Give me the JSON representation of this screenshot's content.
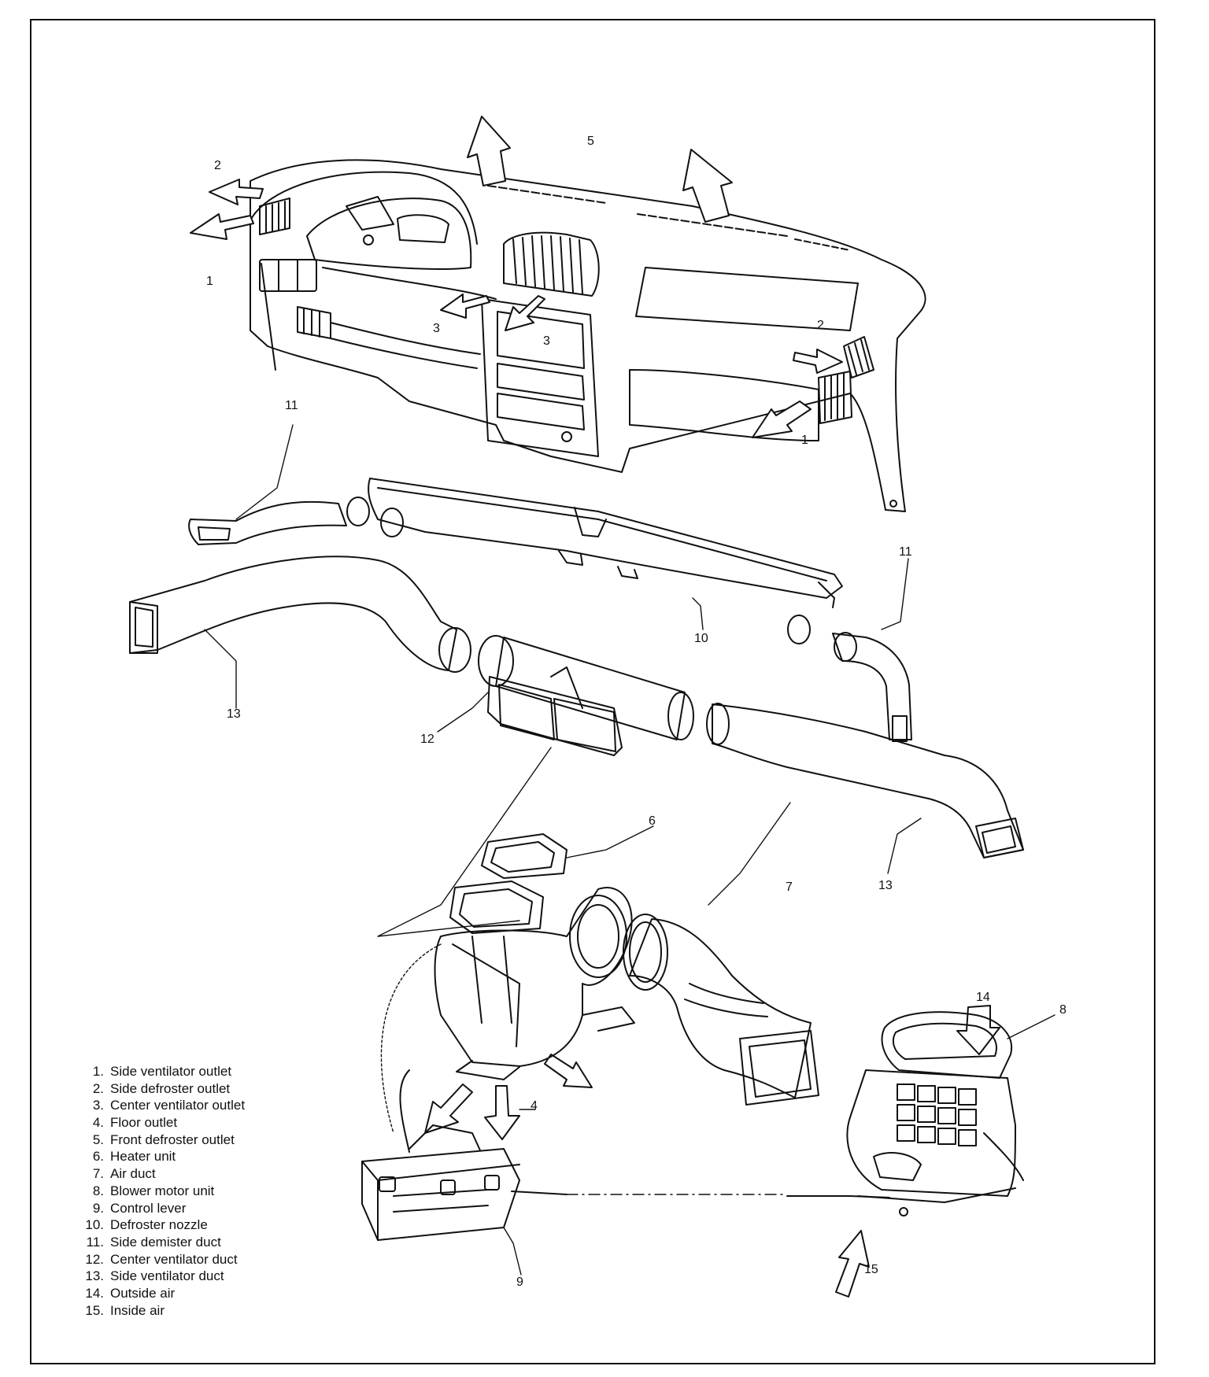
{
  "diagram": {
    "callouts": [
      {
        "id": "c1a",
        "text": "1"
      },
      {
        "id": "c1b",
        "text": "1"
      },
      {
        "id": "c2a",
        "text": "2"
      },
      {
        "id": "c2b",
        "text": "2"
      },
      {
        "id": "c3a",
        "text": "3"
      },
      {
        "id": "c3b",
        "text": "3"
      },
      {
        "id": "c4",
        "text": "4"
      },
      {
        "id": "c5",
        "text": "5"
      },
      {
        "id": "c6",
        "text": "6"
      },
      {
        "id": "c7",
        "text": "7"
      },
      {
        "id": "c8",
        "text": "8"
      },
      {
        "id": "c9",
        "text": "9"
      },
      {
        "id": "c10",
        "text": "10"
      },
      {
        "id": "c11a",
        "text": "11"
      },
      {
        "id": "c11b",
        "text": "11"
      },
      {
        "id": "c12",
        "text": "12"
      },
      {
        "id": "c13a",
        "text": "13"
      },
      {
        "id": "c13b",
        "text": "13"
      },
      {
        "id": "c14",
        "text": "14"
      },
      {
        "id": "c15",
        "text": "15"
      }
    ],
    "legend": [
      {
        "num": "1.",
        "label": "Side ventilator outlet"
      },
      {
        "num": "2.",
        "label": "Side defroster outlet"
      },
      {
        "num": "3.",
        "label": "Center ventilator outlet"
      },
      {
        "num": "4.",
        "label": "Floor outlet"
      },
      {
        "num": "5.",
        "label": "Front defroster outlet"
      },
      {
        "num": "6.",
        "label": "Heater unit"
      },
      {
        "num": "7.",
        "label": "Air duct"
      },
      {
        "num": "8.",
        "label": "Blower motor unit"
      },
      {
        "num": "9.",
        "label": "Control lever"
      },
      {
        "num": "10.",
        "label": "Defroster nozzle"
      },
      {
        "num": "11.",
        "label": "Side demister duct"
      },
      {
        "num": "12.",
        "label": "Center ventilator duct"
      },
      {
        "num": "13.",
        "label": "Side ventilator duct"
      },
      {
        "num": "14.",
        "label": "Outside air"
      },
      {
        "num": "15.",
        "label": "Inside air"
      }
    ]
  }
}
